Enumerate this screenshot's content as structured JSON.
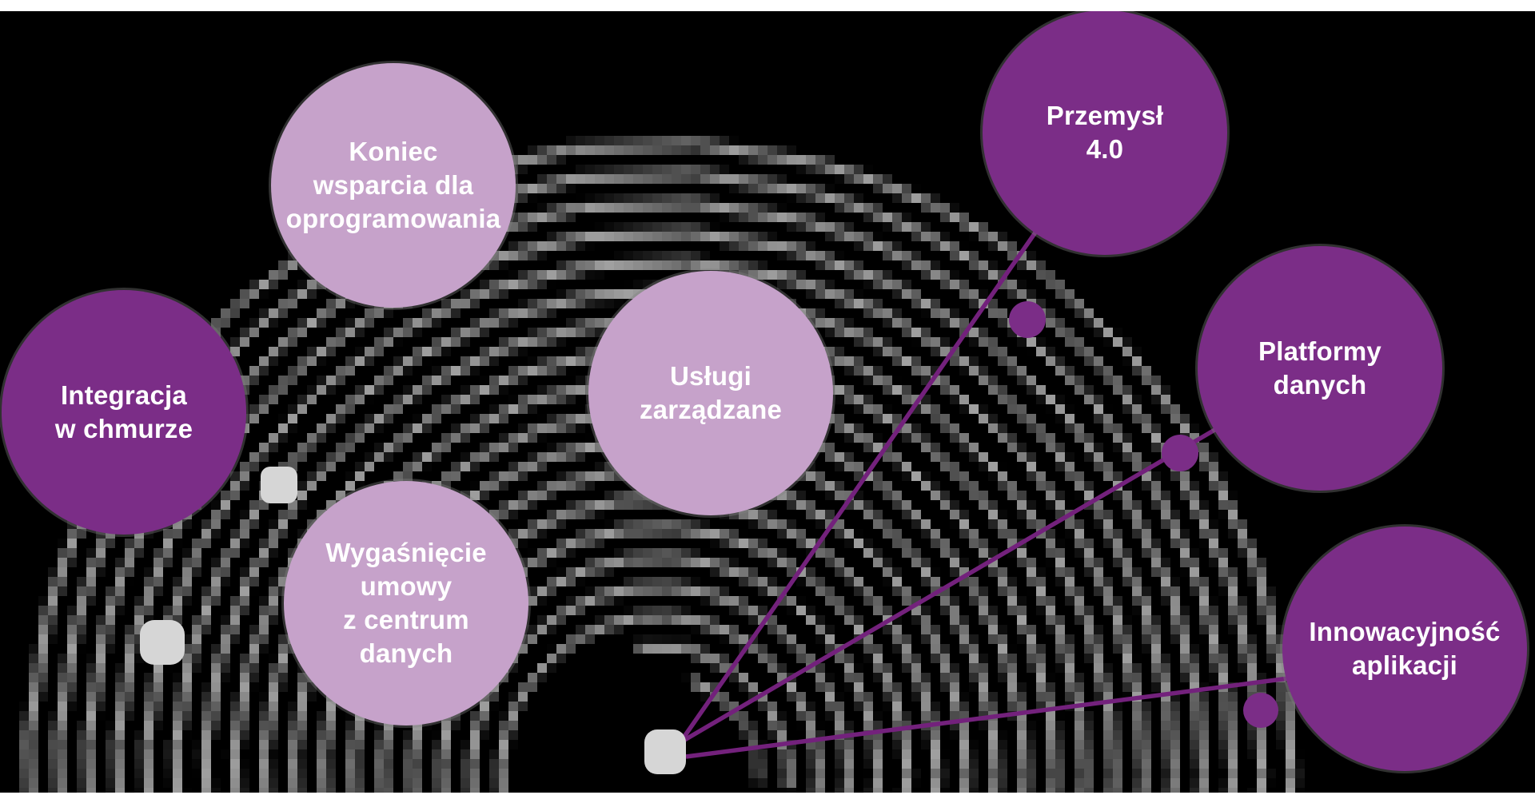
{
  "palette": {
    "page_white": "#ffffff",
    "background_black": "#000000",
    "dark_purple": "#7b2d87",
    "light_purple": "#c6a2ca",
    "text_white": "#ffffff",
    "line_purple": "#73217c",
    "dot_purple": "#7b2d87",
    "arc_gray": "#a9a9a9",
    "arc_dark_gray": "#686868",
    "node_gray": "#d6d6d6"
  },
  "circles": [
    {
      "id": "koniec-wsparcia",
      "label": "Koniec\nwsparcia dla\noprogramowania",
      "tone": "light"
    },
    {
      "id": "integracja",
      "label": "Integracja\nw chmurze",
      "tone": "dark"
    },
    {
      "id": "uslugi",
      "label": "Usługi\nzarządzane",
      "tone": "light"
    },
    {
      "id": "wygasniecie",
      "label": "Wygaśnięcie\numowy\nz centrum\ndanych",
      "tone": "light"
    },
    {
      "id": "przemysl",
      "label": "Przemysł\n4.0",
      "tone": "dark"
    },
    {
      "id": "platformy",
      "label": "Platformy\ndanych",
      "tone": "dark"
    },
    {
      "id": "innowacyjnosc",
      "label": "Innowacyjność\naplikacji",
      "tone": "dark"
    }
  ],
  "connectors": {
    "targets": [
      "Przemysł 4.0",
      "Platformy danych",
      "Innowacyjność aplikacji"
    ],
    "dot_count": 3
  }
}
